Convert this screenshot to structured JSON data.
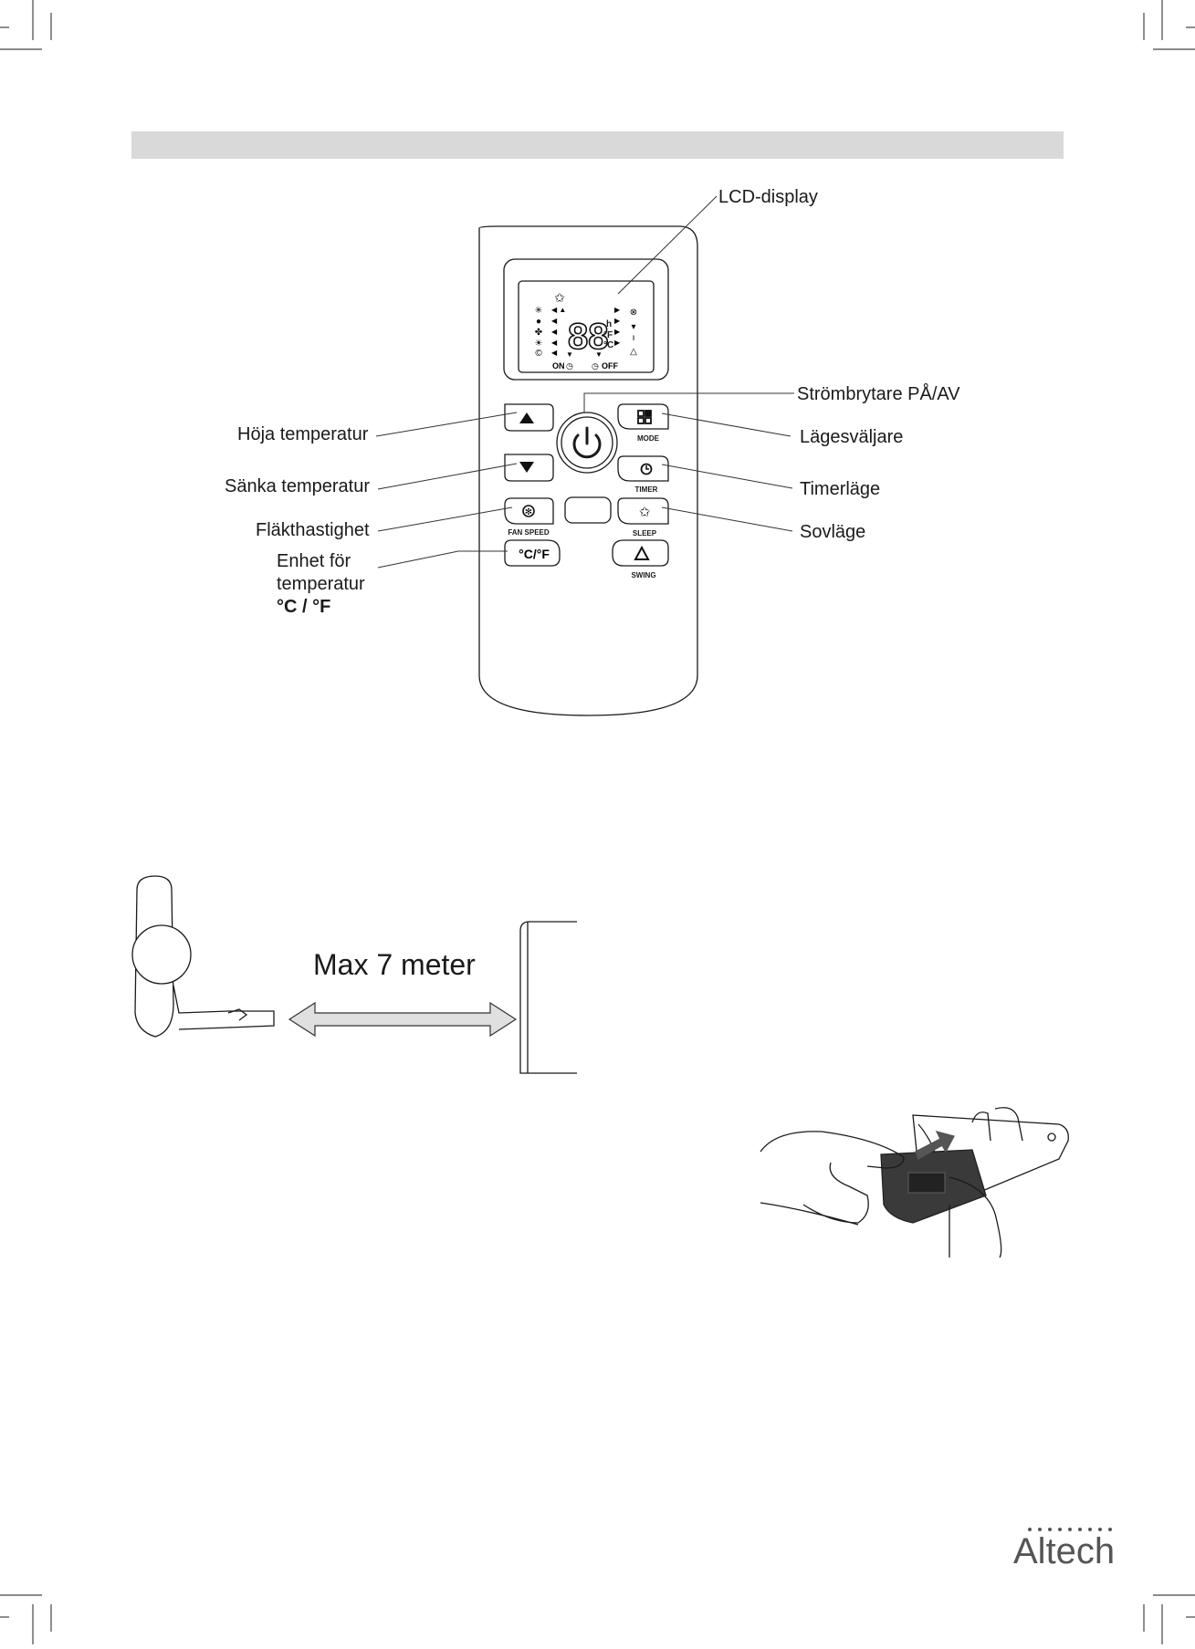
{
  "header_bar_color": "#d9d9d9",
  "callouts": {
    "lcd_display": "LCD-display",
    "power_switch": "Strömbrytare PÅ/AV",
    "mode_selector": "Lägesväljare",
    "timer_mode": "Timerläge",
    "sleep_mode": "Sovläge",
    "raise_temp": "Höja temperatur",
    "lower_temp": "Sänka temperatur",
    "fan_speed": "Fläkthastighet",
    "temp_unit_line1": "Enhet för",
    "temp_unit_line2": "temperatur",
    "temp_unit_line3": "°C / °F"
  },
  "remote": {
    "button_labels": {
      "mode": "MODE",
      "timer": "TIMER",
      "fan_speed": "FAN SPEED",
      "sleep": "SLEEP",
      "swing": "SWING",
      "unit_button": "°C/°F"
    },
    "lcd": {
      "digits": "88",
      "on_label": "ON",
      "off_label": "OFF",
      "hour_mark": "h",
      "fahrenheit_mark": "°F",
      "celsius_mark": "°C"
    },
    "icons": [
      "up-arrow-icon",
      "down-arrow-icon",
      "power-icon",
      "mode-grid-icon",
      "clock-icon",
      "fan-icon",
      "star-icon",
      "swing-triangle-icon"
    ]
  },
  "range": {
    "label": "Max 7 meter"
  },
  "brand": {
    "logo_text": "Altech"
  }
}
